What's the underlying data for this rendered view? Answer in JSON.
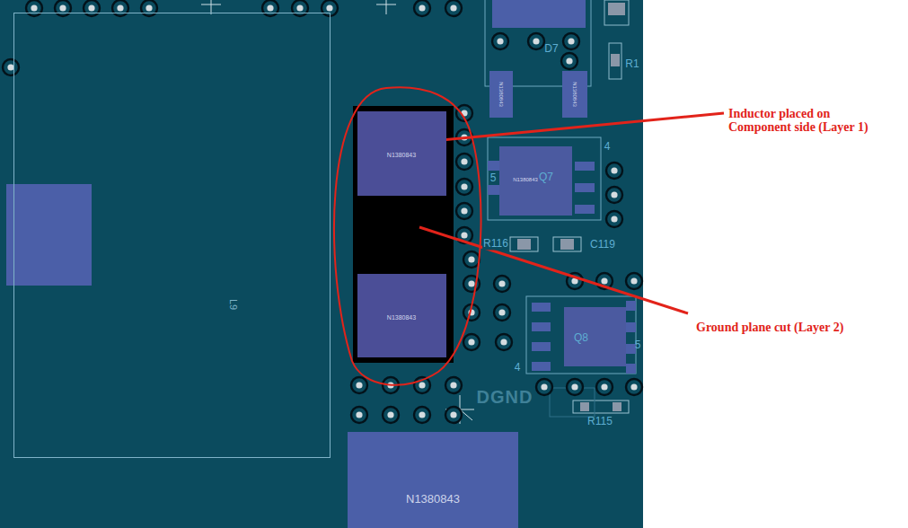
{
  "diagram": {
    "nodes": [
      {
        "text": [
          "N1380843"
        ]
      },
      {
        "text": [
          "N1380843"
        ]
      },
      {
        "text": [
          "L9"
        ]
      },
      {
        "text": [
          "N1380843"
        ]
      },
      {
        "text": [
          "N1380843",
          "Q7"
        ]
      },
      {
        "text": [
          "N1380843"
        ]
      },
      {
        "text": [
          "Q8"
        ]
      },
      {
        "text": [
          "N1380843"
        ]
      }
    ],
    "labels": [
      "D7",
      "R1",
      "4",
      "5",
      "R116",
      "C119",
      "5",
      "4",
      "DGND",
      "R115",
      "Inductor placed on Component side (Layer 1)",
      "Ground plane cut (Layer 2)"
    ]
  }
}
